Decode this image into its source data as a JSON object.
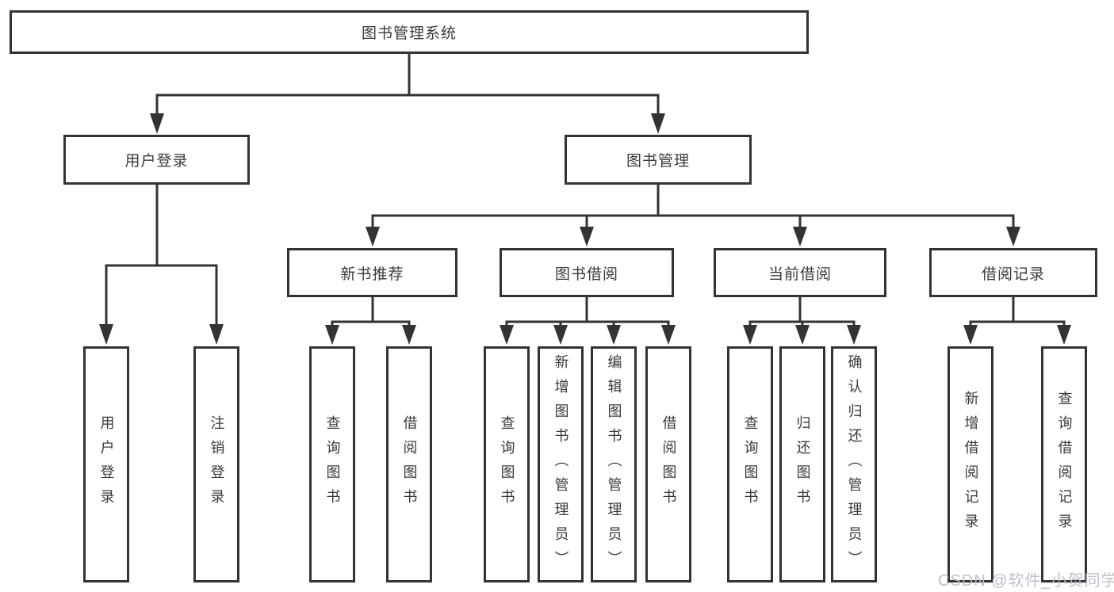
{
  "diagram": {
    "title": "图书管理系统",
    "root": {
      "label": "图书管理系统"
    },
    "branches": [
      {
        "label": "用户登录",
        "children": [
          {
            "label": "用户登录"
          },
          {
            "label": "注销登录"
          }
        ]
      },
      {
        "label": "图书管理",
        "children": [
          {
            "label": "新书推荐",
            "children": [
              {
                "label": "查询图书"
              },
              {
                "label": "借阅图书"
              }
            ]
          },
          {
            "label": "图书借阅",
            "children": [
              {
                "label": "查询图书"
              },
              {
                "label": "新增图书（管理员）"
              },
              {
                "label": "编辑图书（管理员）"
              },
              {
                "label": "借阅图书"
              }
            ]
          },
          {
            "label": "当前借阅",
            "children": [
              {
                "label": "查询图书"
              },
              {
                "label": "归还图书"
              },
              {
                "label": "确认归还（管理员）"
              }
            ]
          },
          {
            "label": "借阅记录",
            "children": [
              {
                "label": "新增借阅记录"
              },
              {
                "label": "查询借阅记录"
              }
            ]
          }
        ]
      }
    ]
  },
  "watermark": {
    "text": "CSDN @软件_小贺同学"
  },
  "colors": {
    "line": "#333333",
    "box_border": "#333333",
    "box_background": "#ffffff",
    "text": "#3a3a3a",
    "watermark": "#babbc5"
  }
}
